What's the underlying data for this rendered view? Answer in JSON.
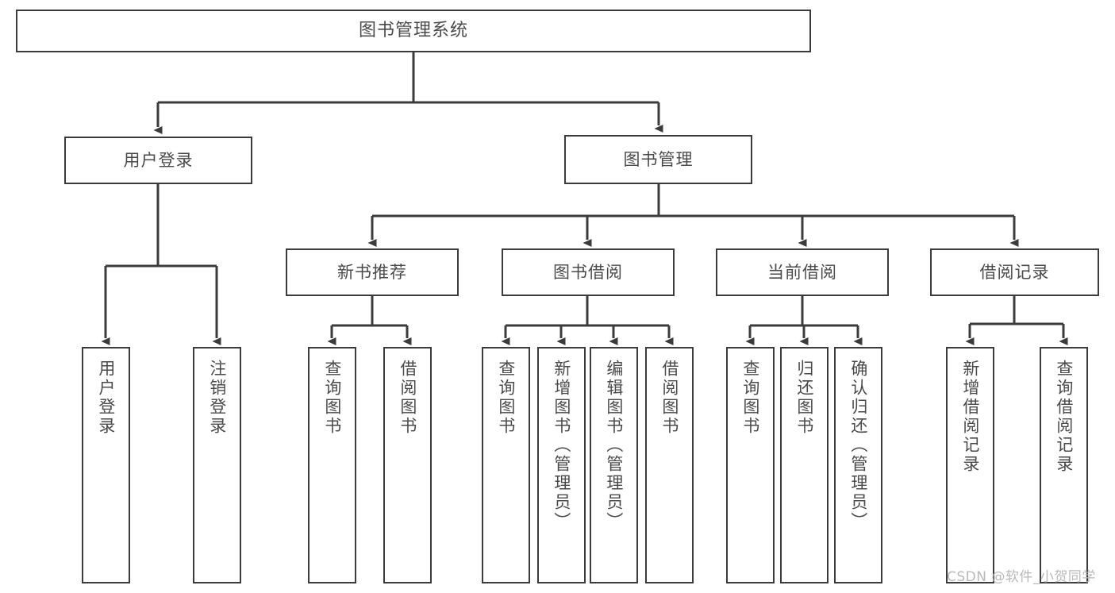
{
  "diagram": {
    "type": "tree-hierarchy",
    "title": "图书管理系统",
    "root": {
      "label": "图书管理系统"
    },
    "level2": [
      {
        "label": "用户登录"
      },
      {
        "label": "图书管理"
      }
    ],
    "level3": [
      {
        "label": "新书推荐"
      },
      {
        "label": "图书借阅"
      },
      {
        "label": "当前借阅"
      },
      {
        "label": "借阅记录"
      }
    ],
    "leaves": {
      "user_login": [
        {
          "label": "用户登录"
        },
        {
          "label": "注销登录"
        }
      ],
      "new_book_recommend": [
        {
          "label": "查询图书"
        },
        {
          "label": "借阅图书"
        }
      ],
      "book_borrow": [
        {
          "label": "查询图书"
        },
        {
          "label": "新增图书（管理员）"
        },
        {
          "label": "编辑图书（管理员）"
        },
        {
          "label": "借阅图书"
        }
      ],
      "current_borrow": [
        {
          "label": "查询图书"
        },
        {
          "label": "归还图书"
        },
        {
          "label": "确认归还（管理员）"
        }
      ],
      "borrow_record": [
        {
          "label": "新增借阅记录"
        },
        {
          "label": "查询借阅记录"
        }
      ]
    }
  },
  "watermark": {
    "text": "CSDN @软件_小贺同学"
  },
  "colors": {
    "stroke": "#3b3b3b",
    "text": "#4a4a4a",
    "background": "#ffffff",
    "watermark": "#b9b9b9"
  }
}
